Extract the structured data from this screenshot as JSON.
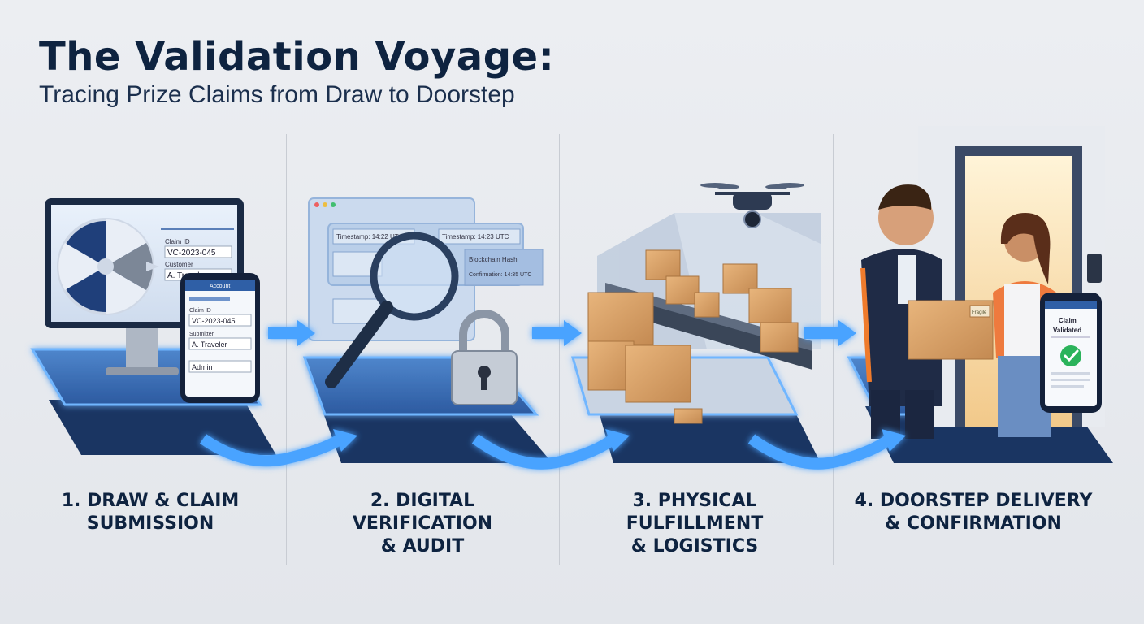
{
  "title": "The Validation Voyage:",
  "subtitle": "Tracing Prize Claims from Draw to Doorstep",
  "steps": [
    {
      "line1": "1. Draw & Claim",
      "line2": "Submission",
      "line3": ""
    },
    {
      "line1": "2. Digital",
      "line2": "Verification",
      "line3": "& Audit"
    },
    {
      "line1": "3. Physical",
      "line2": "Fulfillment",
      "line3": "& Logistics"
    },
    {
      "line1": "4. Doorstep Delivery",
      "line2": "& Confirmation",
      "line3": ""
    }
  ],
  "step1": {
    "form_claim_label": "Claim ID",
    "form_claim_value": "VC-2023-045",
    "form_name_label": "Customer",
    "form_name_value": "A. Traveler",
    "phone_header": "Account",
    "phone_claim_label": "Claim ID",
    "phone_claim_value": "VC-2023-045",
    "phone_name_label": "Submitter",
    "phone_name_value": "A. Traveler",
    "phone_extra_value": "Admin"
  },
  "step2": {
    "timestamp_1": "Timestamp: 14:22 UTC",
    "timestamp_2": "Timestamp: 14:23 UTC",
    "entry_1": "Blockchain Hash",
    "entry_2": "Confirmation: 14:35 UTC"
  },
  "step4": {
    "phone_status": "Claim Validated",
    "box_tag": "Fragile"
  },
  "colors": {
    "title": "#0e2340",
    "platform": "#2f5fa6",
    "platform_edge": "#1a3562",
    "glow": "#5fb2ff",
    "box": "#d8a06a",
    "check": "#2bb35b"
  },
  "icons": [
    "prize-wheel-icon",
    "magnifier-icon",
    "padlock-icon",
    "drone-icon",
    "checkmark-icon",
    "arrow-right-icon"
  ]
}
